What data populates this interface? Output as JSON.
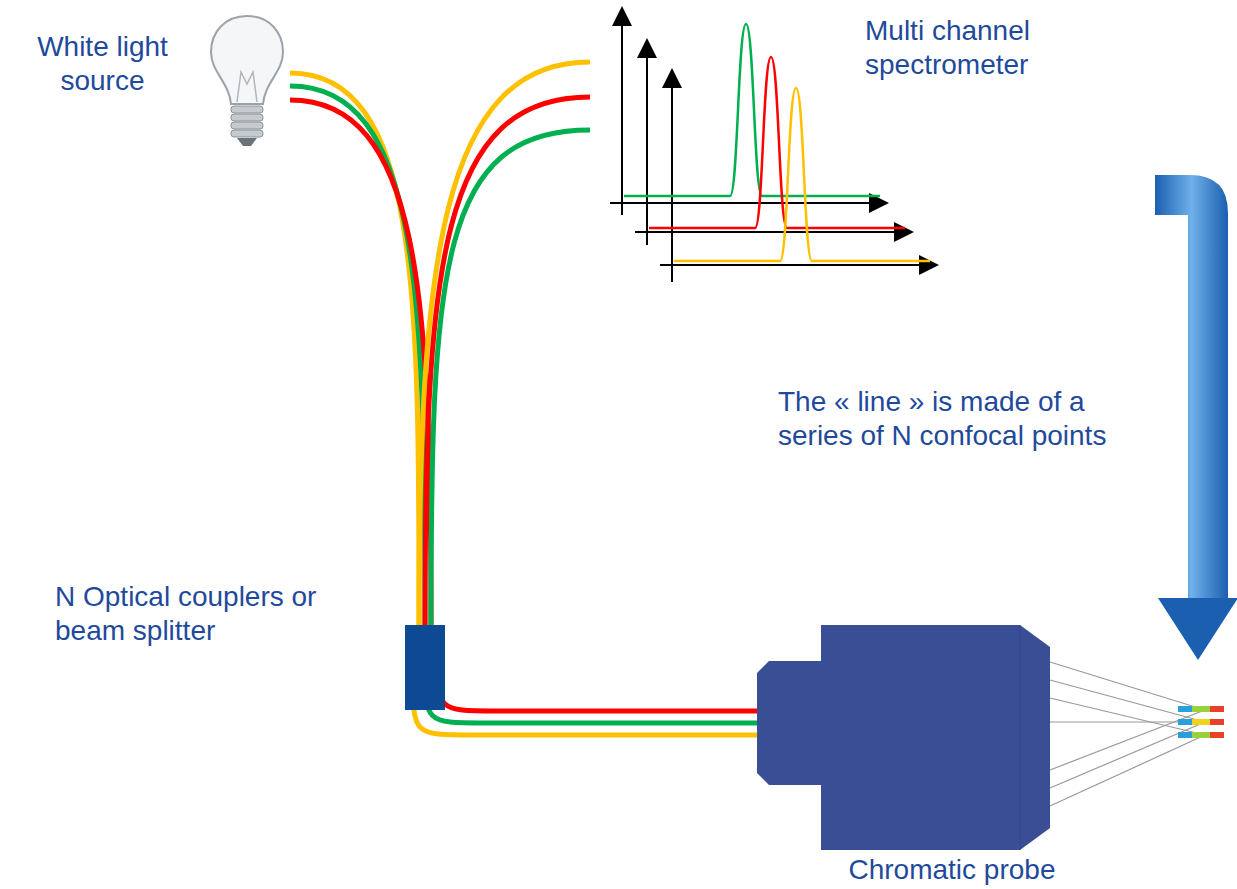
{
  "diagram": {
    "nodes": [
      {
        "text": [
          "White light source"
        ]
      },
      {
        "text": [
          "N Optical couplers or beam splitter"
        ]
      },
      {
        "text": [
          "Multi channel spectrometer"
        ]
      },
      {
        "text": [
          "Chromatic probe"
        ]
      }
    ],
    "edges": [
      {
        "from": 0,
        "to": 1,
        "arrow": "none"
      },
      {
        "from": 1,
        "to": 2,
        "arrow": "none"
      },
      {
        "from": 1,
        "to": 3,
        "arrow": "none"
      }
    ],
    "labels": [
      "The « line » is made of a series of N confocal points"
    ]
  }
}
